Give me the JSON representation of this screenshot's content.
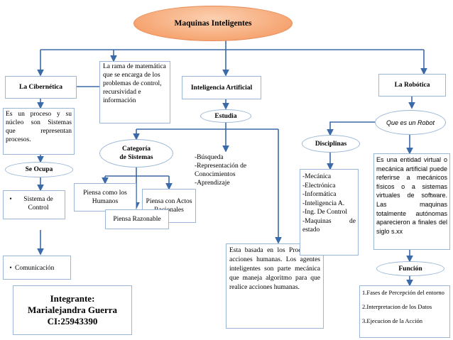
{
  "title": "Maquinas Inteligentes",
  "cibernetica": {
    "label": "La Cibernética",
    "rama": "La rama de matemática que se encarga de los problemas de control, recursividad e información",
    "description": "Es un proceso y su núcleo son Sistemas que representan procesos.",
    "se_ocupa": "Se Ocupa",
    "item1": "Sistema de Control",
    "item2": "Comunicación"
  },
  "ia": {
    "label": "Inteligencia Artificial",
    "estudia": "Estudia",
    "categoria_line1": "Categoría",
    "categoria_line2": "de Sistemas",
    "humanos": "Piensa como los Humanos",
    "actos": "Piensa con Actos Racionales",
    "razonable": "Piensa Razonable",
    "topics": [
      "-Búsqueda",
      "-Representación de Conocimientos",
      "-Aprendizaje"
    ],
    "procesos": "Esta basada en los Procesos y acciones humanas. Los agentes inteligentes son parte mecánica que maneja algoritmo para que realice acciones humanas."
  },
  "robotica": {
    "label": "La Robótica",
    "que_es": "Que es un Robot",
    "disciplinas": "Disciplinas",
    "disciplinas_list": [
      "-Mecánica",
      "-Electrónica",
      "-Informática",
      "-Inteligencia A.",
      "-Ing. De Control",
      "-Maquinas de estado"
    ],
    "robot_desc": "Es una entidad virtual o mecánica artificial puede referirse a mecánicos físicos o a sistemas virtuales de software. Las maquinas totalmente autónomas aparecieron a finales del siglo s.xx",
    "funcion": "Función",
    "funcion_list": [
      "1.Fases de Percepción del entorno",
      "2.Interpretacion de los Datos",
      "3.Ejecucion de la Acción"
    ]
  },
  "author": {
    "line1": "Integrante:",
    "line2": "Marialejandra Guerra",
    "line3": "CI:25943390"
  },
  "colors": {
    "connector": "#3b6aa8",
    "border": "#9bb7d8",
    "title_fill": "#f6a673"
  }
}
